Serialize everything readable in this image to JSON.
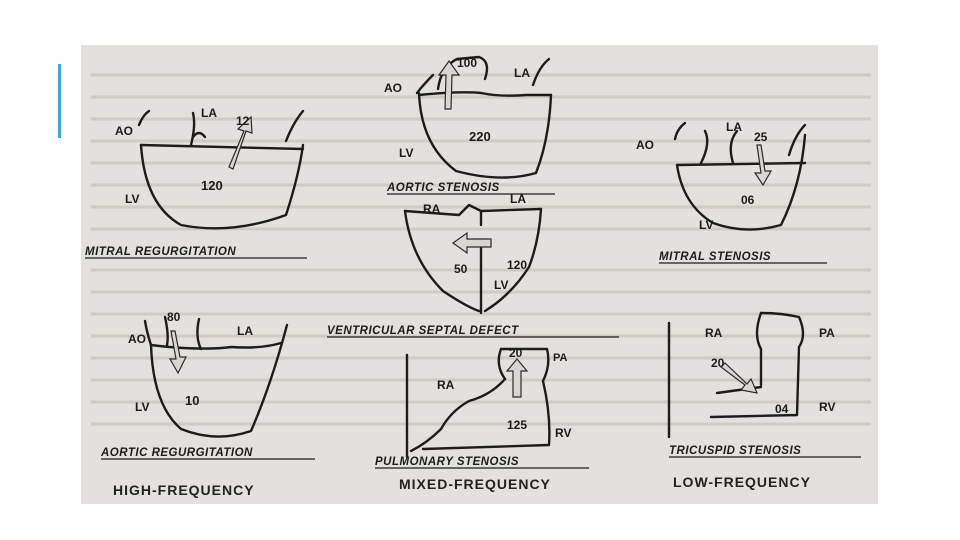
{
  "diagrams": {
    "mitral_regurgitation": {
      "title": "MITRAL REGURGITATION",
      "ao": "AO",
      "la": "LA",
      "lv": "LV",
      "v1": "12",
      "v2": "120"
    },
    "aortic_stenosis": {
      "title": "AORTIC STENOSIS",
      "ao": "AO",
      "la": "LA",
      "lv": "LV",
      "v1": "100",
      "v2": "220"
    },
    "mitral_stenosis": {
      "title": "MITRAL STENOSIS",
      "ao": "AO",
      "la": "LA",
      "lv": "LV",
      "v1": "25",
      "v2": "06"
    },
    "ventricular_septal_defect": {
      "title": "VENTRICULAR SEPTAL DEFECT",
      "ra": "RA",
      "la": "LA",
      "lv": "LV",
      "v1": "50",
      "v2": "120"
    },
    "aortic_regurgitation": {
      "title": "AORTIC REGURGITATION",
      "ao": "AO",
      "la": "LA",
      "lv": "LV",
      "v1": "80",
      "v2": "10"
    },
    "pulmonary_stenosis": {
      "title": "PULMONARY STENOSIS",
      "ra": "RA",
      "pa": "PA",
      "rv": "RV",
      "v1": "20",
      "v2": "125"
    },
    "tricuspid_stenosis": {
      "title": "TRICUSPID STENOSIS",
      "ra": "RA",
      "pa": "PA",
      "rv": "RV",
      "v1": "20",
      "v2": "04"
    }
  },
  "frequencies": {
    "high": "HIGH-FREQUENCY",
    "mixed": "MIXED-FREQUENCY",
    "low": "LOW-FREQUENCY"
  },
  "colors": {
    "accent": "#3aa7d8",
    "paper": "#e3e1dd",
    "ink": "#1c1c1c"
  }
}
